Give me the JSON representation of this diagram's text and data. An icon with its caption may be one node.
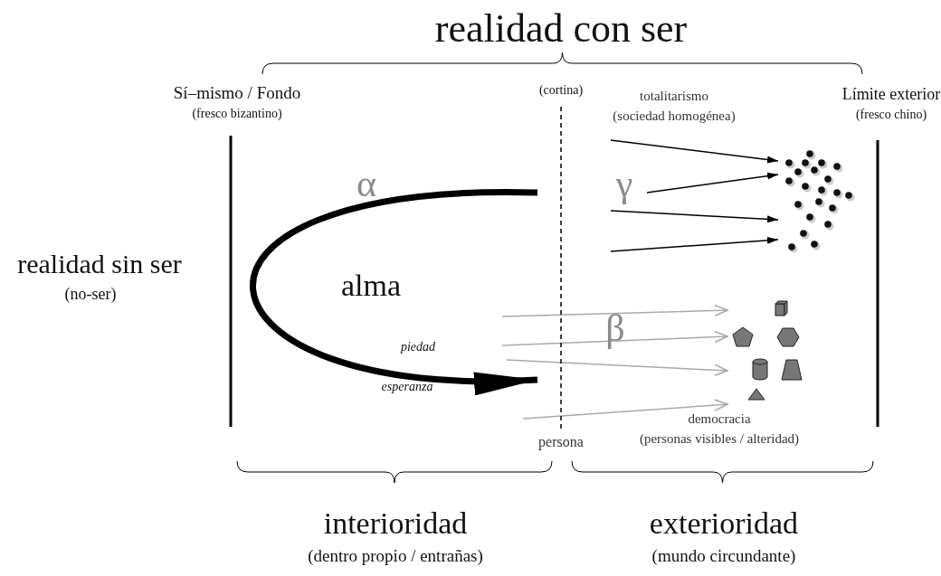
{
  "diagram": {
    "title": "realidad con ser",
    "nodes": [
      {
        "text": [],
        "shape": "picture",
        "beside": [
          "totalitarismo",
          "(sociedad homogénea)"
        ]
      },
      {
        "text": [],
        "shape": "picture",
        "beside": [
          "democracia",
          "(personas visibles / alteridad)"
        ]
      },
      {
        "text": [
          "(cortina)"
        ],
        "beside": [
          "persona"
        ]
      }
    ],
    "edges": [
      {
        "from": 2,
        "to": 2,
        "arrow": "to",
        "style": "thick"
      },
      {
        "from": null,
        "to": 0,
        "arrow": "to"
      },
      {
        "from": null,
        "to": 0,
        "arrow": "to"
      },
      {
        "from": null,
        "to": 0,
        "arrow": "to"
      },
      {
        "from": null,
        "to": 0,
        "arrow": "to"
      },
      {
        "from": null,
        "to": 1,
        "arrow": "to",
        "color": "#aaaaaa"
      },
      {
        "from": null,
        "to": 1,
        "arrow": "to",
        "color": "#aaaaaa"
      },
      {
        "from": null,
        "to": 1,
        "arrow": "to",
        "color": "#aaaaaa"
      },
      {
        "from": null,
        "to": 1,
        "arrow": "to",
        "color": "#aaaaaa"
      }
    ],
    "labels": [
      "Sí–mismo / Fondo",
      "(fresco bizantino)",
      "Límite exterior",
      "(fresco chino)",
      "α",
      "γ",
      "realidad sin ser",
      "(no-ser)",
      "alma",
      "β",
      "piedad",
      "esperanza",
      "interioridad",
      "(dentro propio / entrañas)",
      "exterioridad",
      "(mundo circundante)"
    ]
  }
}
